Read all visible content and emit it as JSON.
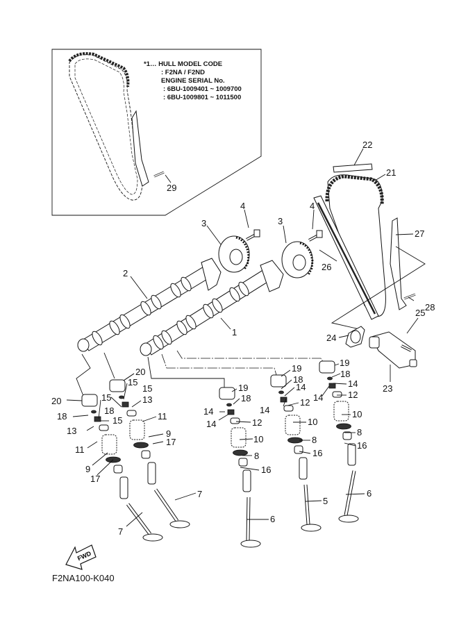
{
  "diagram_code": "F2NA100-K040",
  "note": {
    "lines": [
      "*1… HULL MODEL CODE",
      ": F2NA / F2ND",
      "ENGINE SERIAL No.",
      ": 6BU-1009401 ~ 1009700",
      ": 6BU-1009801 ~ 1011500"
    ]
  },
  "fwd_label": "FWD",
  "callouts": {
    "c1": "1",
    "c2": "2",
    "c3a": "3",
    "c3b": "3",
    "c4a": "4",
    "c4b": "4",
    "c5": "5",
    "c6a": "6",
    "c6b": "6",
    "c7a": "7",
    "c7b": "7",
    "c8a": "8",
    "c8b": "8",
    "c8c": "8",
    "c9a": "9",
    "c9b": "9",
    "c10a": "10",
    "c10b": "10",
    "c10c": "10",
    "c11a": "11",
    "c11b": "11",
    "c12a": "12",
    "c12b": "12",
    "c12c": "12",
    "c13a": "13",
    "c13b": "13",
    "c14a": "14",
    "c14b": "14",
    "c14c": "14",
    "c14d": "14",
    "c14e": "14",
    "c14f": "14",
    "c15a": "15",
    "c15b": "15",
    "c15c": "15",
    "c15d": "15",
    "c16a": "16",
    "c16b": "16",
    "c16c": "16",
    "c17a": "17",
    "c17b": "17",
    "c18a": "18",
    "c18b": "18",
    "c18c": "18",
    "c18d": "18",
    "c18e": "18",
    "c19a": "19",
    "c19b": "19",
    "c19c": "19",
    "c20a": "20",
    "c20b": "20",
    "c21": "21",
    "c22": "22",
    "c23": "23",
    "c24": "24",
    "c25": "25",
    "c26": "26",
    "c27": "27",
    "c28": "28",
    "c29": "29"
  }
}
